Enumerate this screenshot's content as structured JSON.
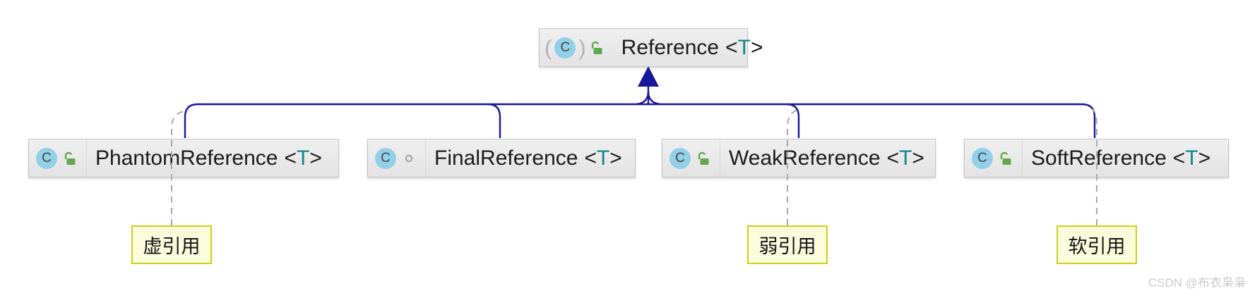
{
  "diagram": {
    "icons": {
      "class_letter": "C"
    },
    "focus_parens": {
      "left": "(",
      "right": ")"
    },
    "generic": {
      "open": "<",
      "param": "T",
      "close": ">"
    },
    "nodes": {
      "reference": {
        "name": "Reference"
      },
      "phantom": {
        "name": "PhantomReference"
      },
      "final": {
        "name": "FinalReference"
      },
      "weak": {
        "name": "WeakReference"
      },
      "soft": {
        "name": "SoftReference"
      }
    },
    "notes": {
      "phantom": {
        "text": "虚引用"
      },
      "weak": {
        "text": "弱引用"
      },
      "soft": {
        "text": "软引用"
      }
    },
    "colors": {
      "edge": "#18189a",
      "dashed_edge": "#a8a8a8",
      "note_bg": "#fafcdc",
      "note_border": "#cdd117",
      "type_param": "#12858c",
      "class_icon_bg": "#92cfe9",
      "lock_green": "#5fa84d",
      "node_bg": "#e8e8e8"
    }
  },
  "watermark": {
    "text": "CSDN @布衣枭枭"
  }
}
